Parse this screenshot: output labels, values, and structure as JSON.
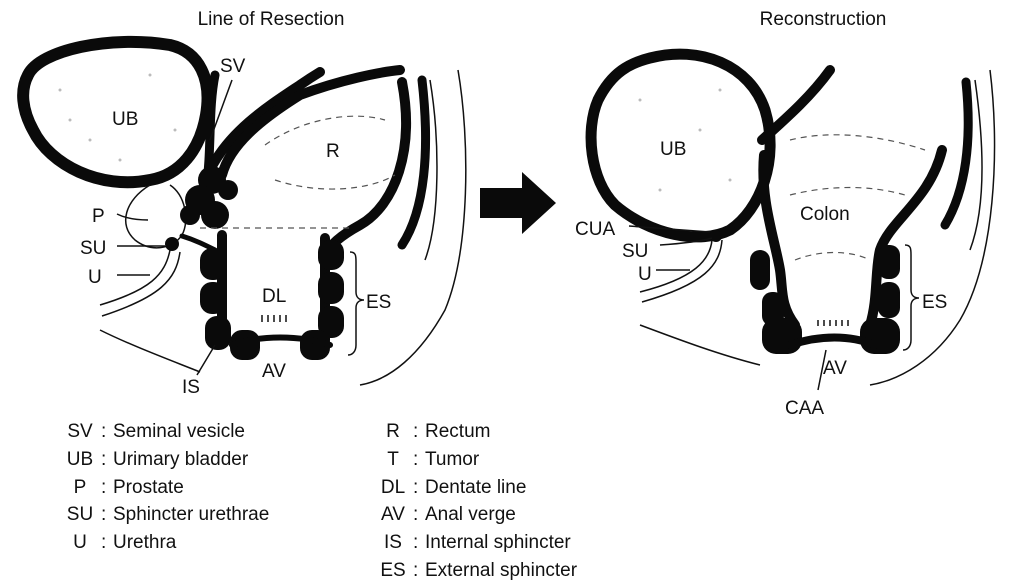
{
  "left_panel": {
    "title": "Line of Resection",
    "labels": {
      "sv": "SV",
      "ub": "UB",
      "r": "R",
      "p": "P",
      "su": "SU",
      "u": "U",
      "dl": "DL",
      "es": "ES",
      "is": "IS",
      "av": "AV"
    }
  },
  "right_panel": {
    "title": "Reconstruction",
    "labels": {
      "ub": "UB",
      "colon": "Colon",
      "cua": "CUA",
      "su": "SU",
      "u": "U",
      "es": "ES",
      "av": "AV",
      "caa": "CAA"
    }
  },
  "legend": {
    "left": [
      {
        "abbr": "SV",
        "sep": ":",
        "text": "Seminal vesicle"
      },
      {
        "abbr": "UB",
        "sep": ":",
        "text": "Urimary bladder"
      },
      {
        "abbr": "P",
        "sep": ":",
        "text": "Prostate"
      },
      {
        "abbr": "SU",
        "sep": ":",
        "text": "Sphincter urethrae"
      },
      {
        "abbr": "U",
        "sep": ":",
        "text": "Urethra"
      }
    ],
    "right": [
      {
        "abbr": "R",
        "sep": ":",
        "text": "Rectum"
      },
      {
        "abbr": "T",
        "sep": ":",
        "text": "Tumor"
      },
      {
        "abbr": "DL",
        "sep": ":",
        "text": "Dentate line"
      },
      {
        "abbr": "AV",
        "sep": ":",
        "text": "Anal verge"
      },
      {
        "abbr": "IS",
        "sep": ":",
        "text": "Internal sphincter"
      },
      {
        "abbr": "ES",
        "sep": ":",
        "text": "External sphincter"
      }
    ]
  }
}
